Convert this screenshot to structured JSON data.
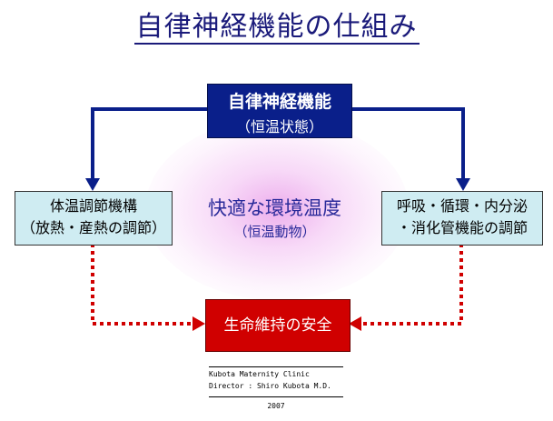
{
  "title": "自律神経機能の仕組み",
  "top_box": {
    "line1": "自律神経機能",
    "line2": "（恒温状態）"
  },
  "left_box": {
    "line1": "体温調節機構",
    "line2": "（放熱・産熱の調節）"
  },
  "right_box": {
    "line1": "呼吸・循環・内分泌",
    "line2": "・消化管機能の調節"
  },
  "center": {
    "line1": "快適な環境温度",
    "line2": "（恒温動物）"
  },
  "bottom_box": {
    "label": "生命維持の安全"
  },
  "credit": {
    "line1": "Kubota  Maternity  Clinic",
    "line2": "Director : Shiro Kubota M.D.",
    "year": "2007"
  },
  "colors": {
    "title": "#1a1a7a",
    "top_box": "#0a1f8a",
    "side_box": "#cfecf2",
    "bottom_box": "#d00000",
    "arrow_solid": "#0a1f8a",
    "arrow_dotted": "#d00000"
  }
}
